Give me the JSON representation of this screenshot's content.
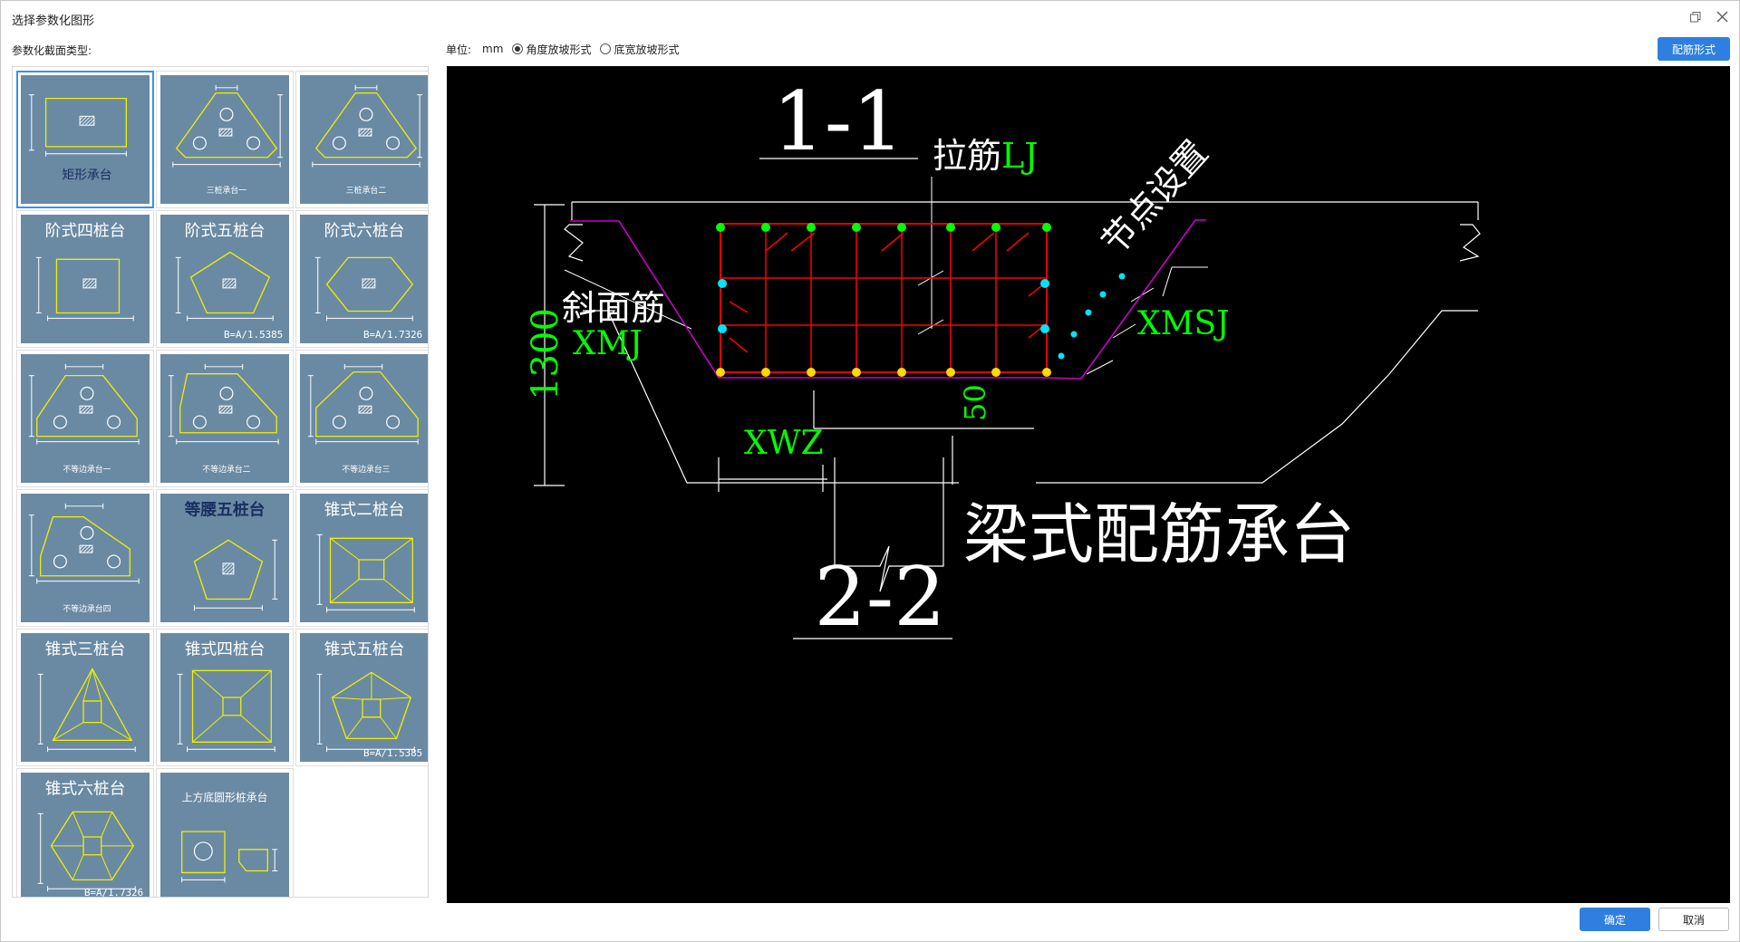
{
  "window": {
    "title": "选择参数化图形"
  },
  "gallery": {
    "label": "参数化截面类型:",
    "items": [
      {
        "name": "矩形承台",
        "key": "rect",
        "selected": true
      },
      {
        "name": "三桩承台一",
        "key": "tri1"
      },
      {
        "name": "三桩承台二",
        "key": "tri2"
      },
      {
        "name": "阶式四桩台",
        "key": "step4"
      },
      {
        "name": "阶式五桩台",
        "key": "step5",
        "formula": "B=A/1.5385"
      },
      {
        "name": "阶式六桩台",
        "key": "step6",
        "formula": "B=A/1.7326"
      },
      {
        "name": "不等边承台一",
        "key": "uneq1"
      },
      {
        "name": "不等边承台二",
        "key": "uneq2"
      },
      {
        "name": "不等边承台三",
        "key": "uneq3"
      },
      {
        "name": "不等边承台四",
        "key": "uneq4"
      },
      {
        "name": "等腰五桩台",
        "key": "iso5"
      },
      {
        "name": "锥式二桩台",
        "key": "cone2"
      },
      {
        "name": "锥式三桩台",
        "key": "cone3"
      },
      {
        "name": "锥式四桩台",
        "key": "cone4"
      },
      {
        "name": "锥式五桩台",
        "key": "cone5",
        "formula": "B=A/1.5385"
      },
      {
        "name": "锥式六桩台",
        "key": "cone6",
        "formula": "B=A/1.7326"
      },
      {
        "name": "上方底圆形桩承台",
        "key": "roundbase"
      }
    ]
  },
  "unit": {
    "label": "单位:",
    "value": "mm"
  },
  "slope_mode": {
    "options": [
      {
        "label": "角度放坡形式",
        "checked": true
      },
      {
        "label": "底宽放坡形式",
        "checked": false
      }
    ]
  },
  "rebar_form_button": "配筋形式",
  "preview": {
    "section_top": "1-1",
    "section_bottom": "2-2",
    "title": "梁式配筋承台",
    "height_dim": "1300",
    "cover_dim": "50",
    "labels": {
      "tie_bar": "拉筋",
      "tie_bar_code": "LJ",
      "node_setting": "节点设置",
      "slope_bar": "斜面筋",
      "slope_bar_code": "XMJ",
      "slope_code_right": "XMSJ",
      "outer_width": "XWZ"
    }
  },
  "footer": {
    "ok": "确定",
    "cancel": "取消"
  },
  "colors": {
    "primary": "#2e7fe0",
    "thumb_bg": "#6a8aa3",
    "outline": "#f0f000",
    "rebar": "#ff0000",
    "dim_text": "#00ff00",
    "slope_line": "#cc00cc",
    "point_green": "#00ff00",
    "point_cyan": "#00e5ff",
    "point_yellow": "#ffd800"
  }
}
